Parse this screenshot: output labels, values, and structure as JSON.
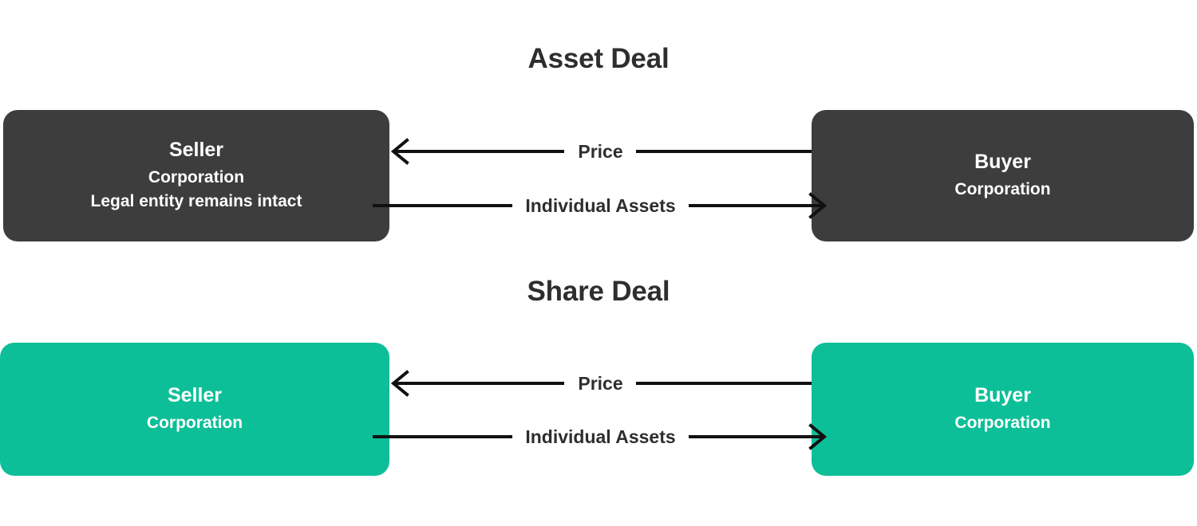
{
  "colors": {
    "background": "#ffffff",
    "dark_box": "#3d3d3d",
    "green_box": "#0dbf98",
    "text_dark": "#2e2e2e",
    "text_light": "#ffffff",
    "arrow": "#111111"
  },
  "sections": [
    {
      "title": "Asset Deal",
      "theme": "dark",
      "seller": {
        "name": "Seller",
        "lines": [
          "Corporation",
          "Legal entity remains intact"
        ]
      },
      "buyer": {
        "name": "Buyer",
        "lines": [
          "Corporation"
        ]
      },
      "flows": [
        {
          "label": "Price",
          "direction": "left"
        },
        {
          "label": "Individual Assets",
          "direction": "right"
        }
      ]
    },
    {
      "title": "Share Deal",
      "theme": "green",
      "seller": {
        "name": "Seller",
        "lines": [
          "Corporation"
        ]
      },
      "buyer": {
        "name": "Buyer",
        "lines": [
          "Corporation"
        ]
      },
      "flows": [
        {
          "label": "Price",
          "direction": "left"
        },
        {
          "label": "Individual Assets",
          "direction": "right"
        }
      ]
    }
  ]
}
